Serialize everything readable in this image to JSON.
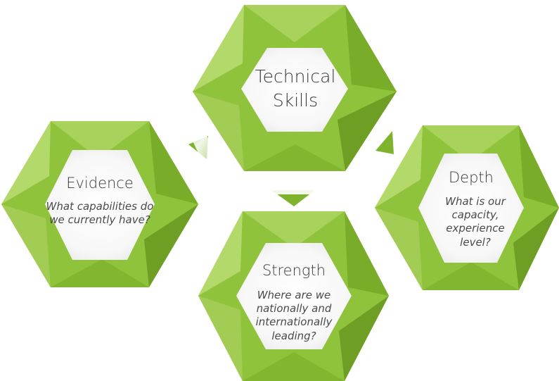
{
  "diagram": {
    "colors": {
      "light": "#a9d25c",
      "mid": "#8fc33b",
      "dark": "#6e9e23",
      "inner": "#ffffff"
    },
    "hexagons": [
      {
        "id": "technical",
        "title": "Technical Skills",
        "subtitle": ""
      },
      {
        "id": "evidence",
        "title": "Evidence",
        "subtitle": "What capabilities do we currently have?"
      },
      {
        "id": "depth",
        "title": "Depth",
        "subtitle": "What is our capacity, experience level?"
      },
      {
        "id": "strength",
        "title": "Strength",
        "subtitle": "Where are we nationally and internationally leading?"
      }
    ]
  }
}
